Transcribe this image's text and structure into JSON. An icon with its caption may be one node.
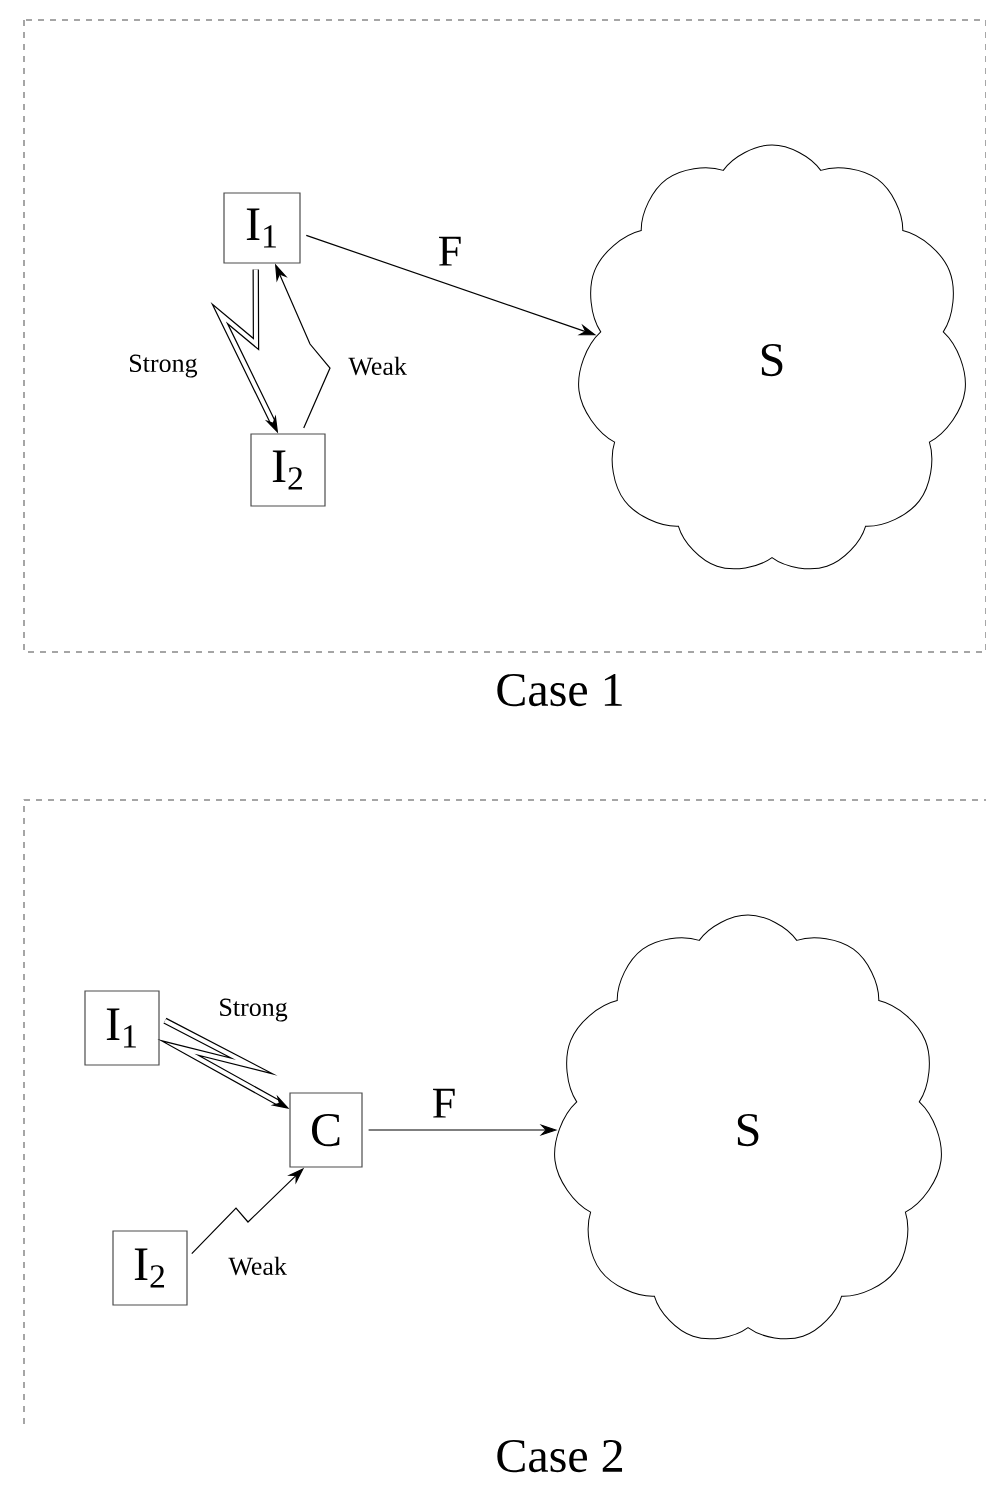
{
  "diagram": {
    "nodes": [
      {
        "text": [
          "Case 1"
        ]
      },
      {
        "text": [
          "I$_{1}$"
        ],
        "in": 0
      },
      {
        "text": [
          "I$_{2}$"
        ],
        "in": 0
      },
      {
        "text": [
          "S"
        ],
        "in": 0
      },
      {
        "text": [
          "Case 2"
        ]
      },
      {
        "text": [
          "I$_{1}$"
        ],
        "in": 4
      },
      {
        "text": [
          "C"
        ],
        "in": 4
      },
      {
        "text": [
          "I$_{2}$"
        ],
        "in": 4
      },
      {
        "text": [
          "S"
        ],
        "in": 4
      }
    ],
    "edges": [
      {
        "from": 1,
        "to": 3,
        "arrow": "to",
        "label": "F"
      },
      {
        "from": 1,
        "to": 2,
        "arrow": "to",
        "label": "Strong",
        "style": "thick"
      },
      {
        "from": 2,
        "to": 1,
        "arrow": "to",
        "label": "Weak"
      },
      {
        "from": 5,
        "to": 6,
        "arrow": "to",
        "label": "Strong",
        "style": "thick"
      },
      {
        "from": 7,
        "to": 6,
        "arrow": "to",
        "label": "Weak"
      },
      {
        "from": 6,
        "to": 8,
        "arrow": "to",
        "label": "F"
      }
    ]
  }
}
